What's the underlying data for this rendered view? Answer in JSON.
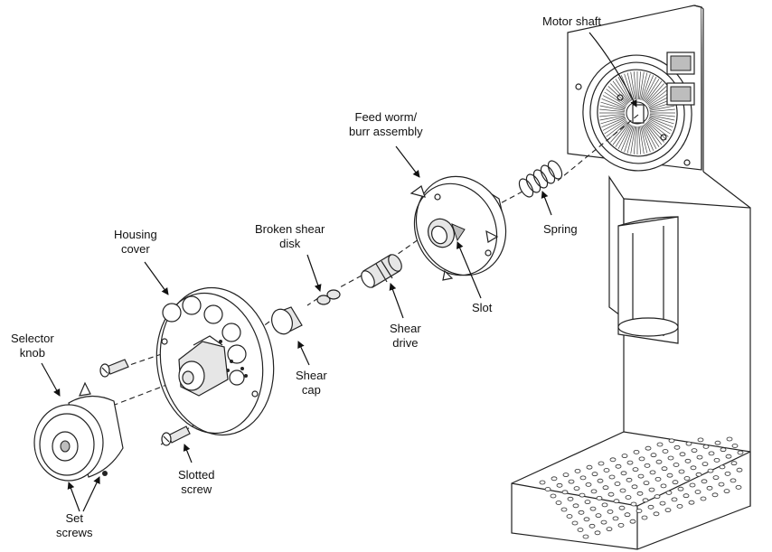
{
  "labels": {
    "motor_shaft": [
      "Motor shaft"
    ],
    "feed_worm": [
      "Feed worm/",
      "burr assembly"
    ],
    "spring": [
      "Spring"
    ],
    "slot": [
      "Slot"
    ],
    "housing_cover": [
      "Housing",
      "cover"
    ],
    "broken_shear_disk": [
      "Broken shear",
      "disk"
    ],
    "shear_drive": [
      "Shear",
      "drive"
    ],
    "shear_cap": [
      "Shear",
      "cap"
    ],
    "selector_knob": [
      "Selector",
      "knob"
    ],
    "slotted_screw": [
      "Slotted",
      "screw"
    ],
    "set_screws": [
      "Set",
      "screws"
    ]
  }
}
